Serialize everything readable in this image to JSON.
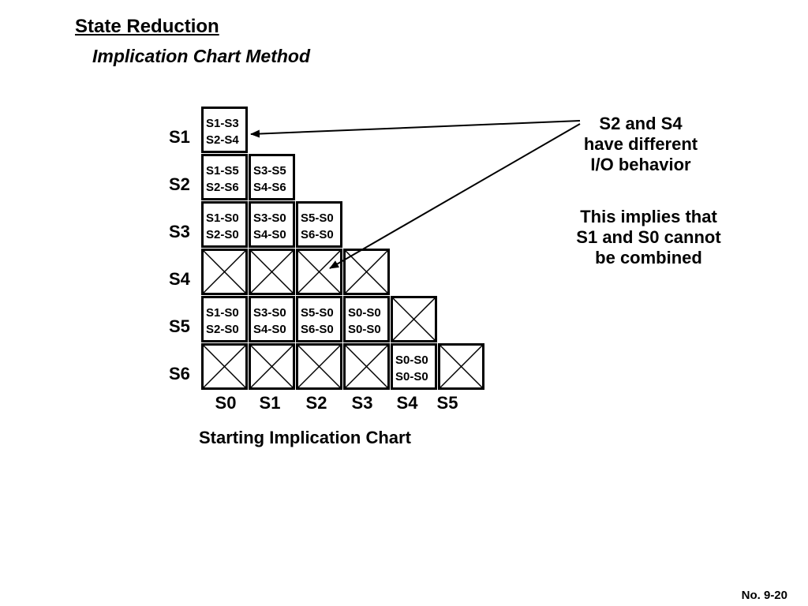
{
  "header": {
    "title": "State Reduction",
    "subtitle": "Implication Chart Method"
  },
  "chart": {
    "row_labels": [
      "S1",
      "S2",
      "S3",
      "S4",
      "S5",
      "S6"
    ],
    "col_labels": [
      "S0",
      "S1",
      "S2",
      "S3",
      "S4",
      "S5"
    ],
    "rows": [
      [
        [
          "S1-S3",
          "S2-S4"
        ]
      ],
      [
        [
          "S1-S5",
          "S2-S6"
        ],
        [
          "S3-S5",
          "S4-S6"
        ]
      ],
      [
        [
          "S1-S0",
          "S2-S0"
        ],
        [
          "S3-S0",
          "S4-S0"
        ],
        [
          "S5-S0",
          "S6-S0"
        ]
      ],
      [
        "X",
        "X",
        "X",
        "X"
      ],
      [
        [
          "S1-S0",
          "S2-S0"
        ],
        [
          "S3-S0",
          "S4-S0"
        ],
        [
          "S5-S0",
          "S6-S0"
        ],
        [
          "S0-S0",
          "S0-S0"
        ],
        "X"
      ],
      [
        "X",
        "X",
        "X",
        "X",
        [
          "S0-S0",
          "S0-S0"
        ],
        "X"
      ]
    ],
    "caption": "Starting Implication Chart"
  },
  "notes": {
    "note1": [
      "S2 and S4",
      "have different",
      "I/O behavior"
    ],
    "note2": [
      "This implies that",
      "S1 and S0 cannot",
      "be combined"
    ]
  },
  "footer": {
    "page_number": "No. 9-20"
  }
}
